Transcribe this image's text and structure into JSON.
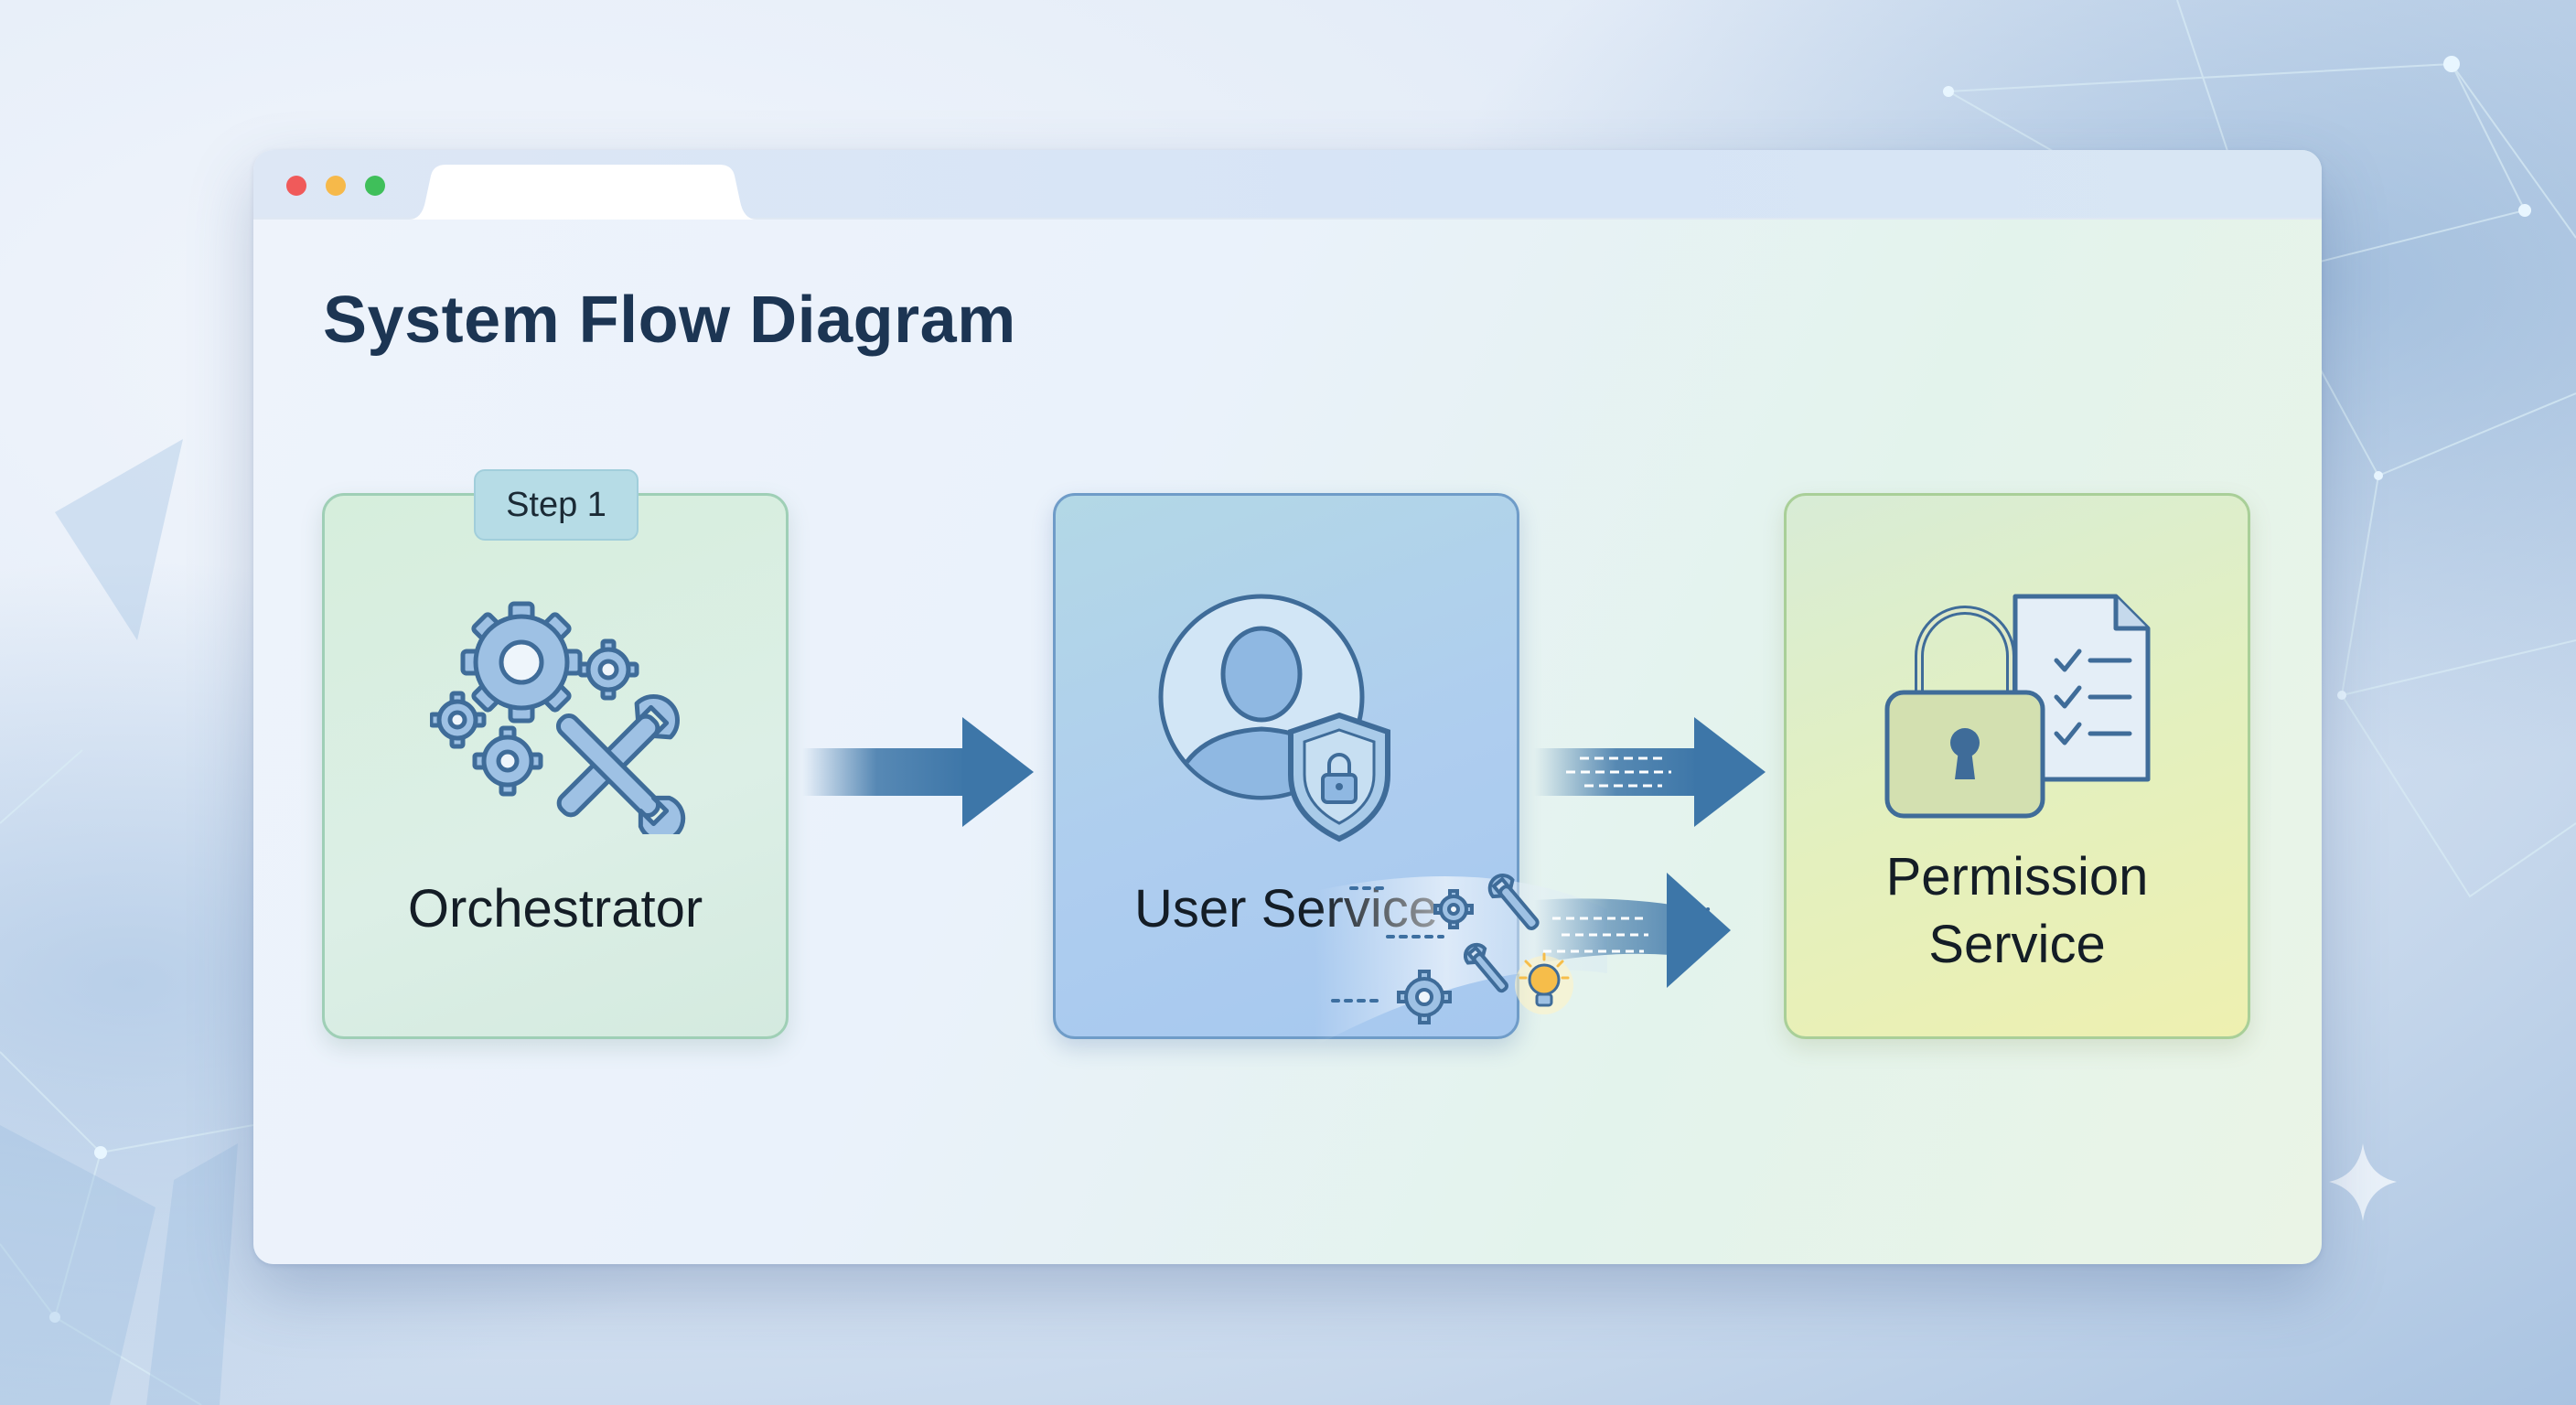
{
  "window": {
    "traffic_lights": [
      "#f05a5a",
      "#f6b94a",
      "#3fbf5a"
    ]
  },
  "page_title": "System Flow Diagram",
  "diagram": {
    "nodes": [
      {
        "id": "orchestrator",
        "label": "Orchestrator",
        "badge": "Step 1",
        "icon": "gears-wrench-icon"
      },
      {
        "id": "user-service",
        "label": "User Service",
        "icon": "user-shield-icon"
      },
      {
        "id": "permission-service",
        "label": "Permission Service",
        "icon": "lock-checklist-icon"
      }
    ],
    "edges": [
      {
        "from": "orchestrator",
        "to": "user-service"
      },
      {
        "from": "user-service",
        "to": "permission-service"
      }
    ]
  },
  "colors": {
    "arrow": "#3d76a8",
    "title": "#1c3553",
    "orchestrator_card": "#d8efdc",
    "user_service_card": "#b4d4ef",
    "permission_service_card": "#eef0b0"
  }
}
